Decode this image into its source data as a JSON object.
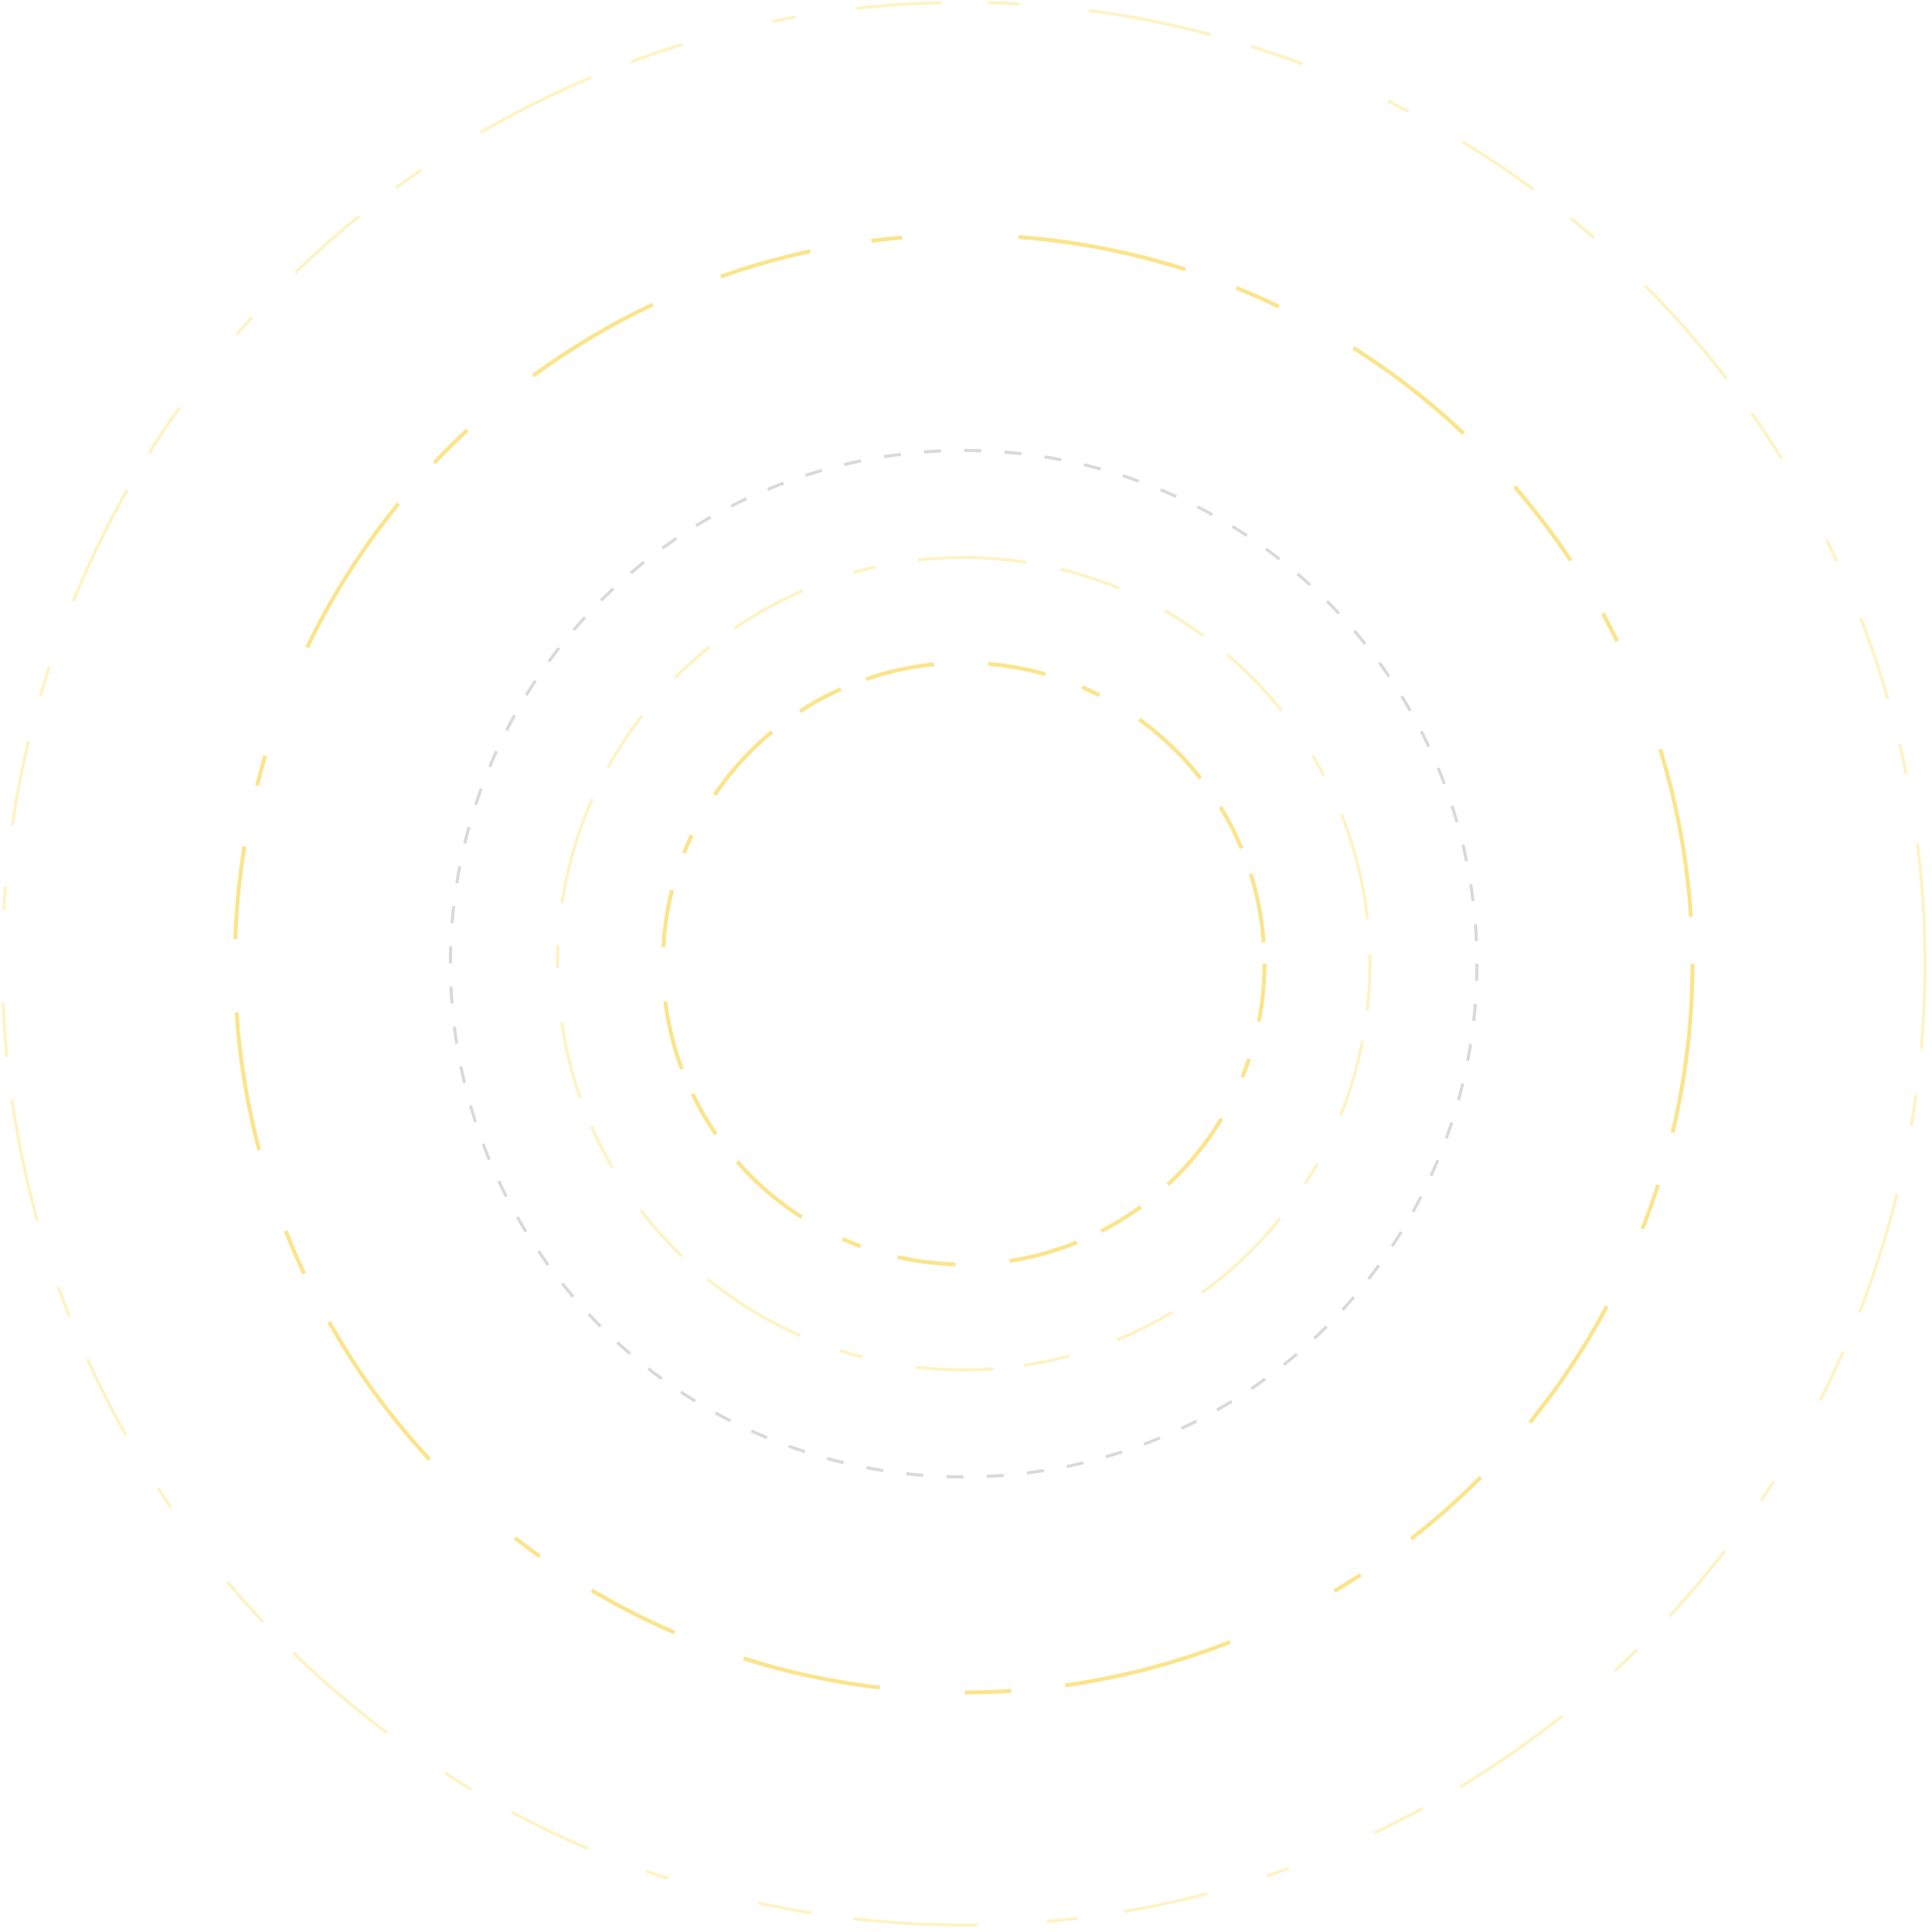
{
  "rings": [
    {
      "name": "outer-ring",
      "color": "#fdf3c4",
      "dash": "irregular-long"
    },
    {
      "name": "large-ring",
      "color": "#fbe48a",
      "dash": "irregular-long"
    },
    {
      "name": "middle-gray-ring",
      "color": "#d9d9d9",
      "dash": "short-regular"
    },
    {
      "name": "inner-light-ring",
      "color": "#fdf3c4",
      "dash": "irregular-medium"
    },
    {
      "name": "innermost-ring",
      "color": "#fbe48a",
      "dash": "irregular-medium"
    }
  ]
}
